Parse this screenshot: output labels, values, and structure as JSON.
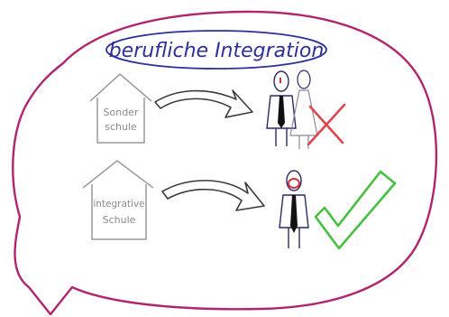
{
  "title": "berufliche Integration",
  "houses": [
    {
      "line1": "Sonder",
      "line2": "schule"
    },
    {
      "line1": "integrative",
      "line2": "Schule"
    }
  ],
  "colors": {
    "speech_bubble": "#b0256e",
    "title_ellipse": "#2d2f9a",
    "title_text": "#2d2f9a",
    "house": "#9a9a9a",
    "arrow": "#3a3a3a",
    "cross": "#e0454e",
    "check": "#46c040",
    "person_stroke": "#2a2a6a",
    "tie": "#111111",
    "face_red": "#d6303a"
  },
  "icons": {
    "cross": "red-cross-icon",
    "check": "green-checkmark-icon"
  }
}
